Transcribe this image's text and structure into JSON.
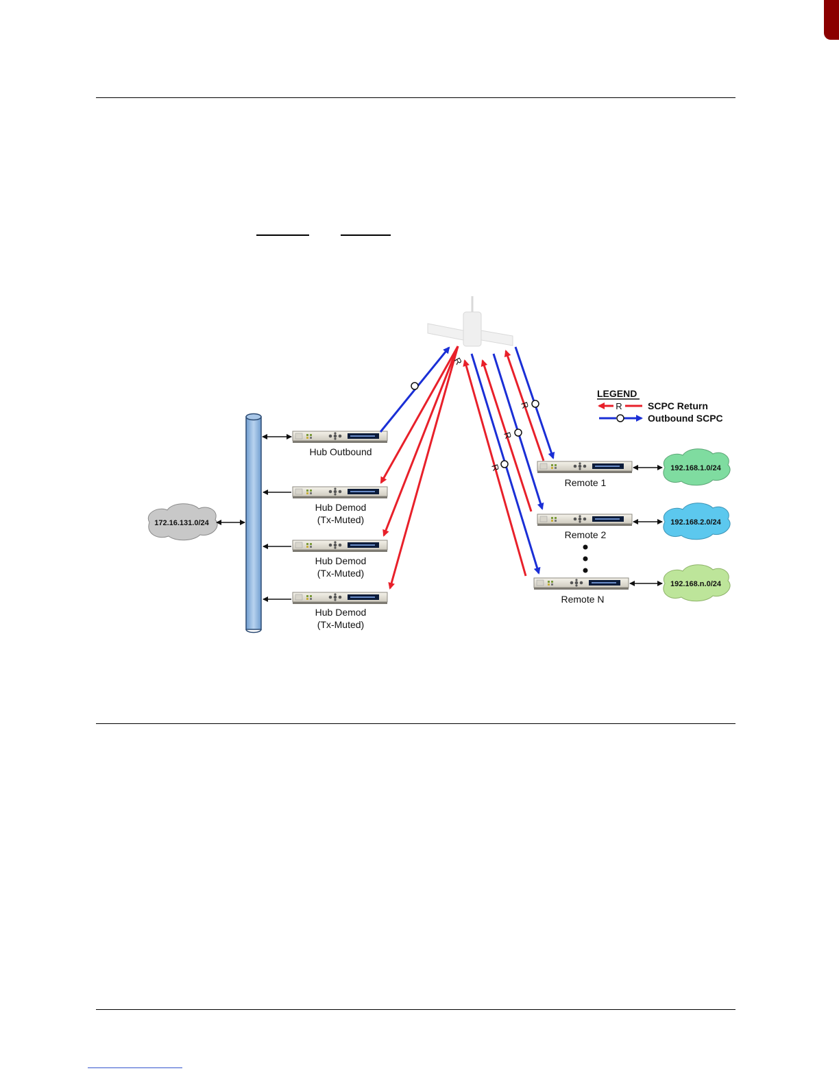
{
  "diagram": {
    "legend": {
      "title": "LEGEND",
      "return_marker": "R",
      "return_label": "SCPC Return",
      "outbound_marker": "O",
      "outbound_label": "Outbound SCPC"
    },
    "hub_network": "172.16.131.0/24",
    "hub_devices": [
      {
        "label1": "Hub Outbound",
        "label2": ""
      },
      {
        "label1": "Hub Demod",
        "label2": "(Tx-Muted)"
      },
      {
        "label1": "Hub Demod",
        "label2": "(Tx-Muted)"
      },
      {
        "label1": "Hub Demod",
        "label2": "(Tx-Muted)"
      }
    ],
    "remotes": [
      {
        "label": "Remote 1",
        "network": "192.168.1.0/24"
      },
      {
        "label": "Remote 2",
        "network": "192.168.2.0/24"
      },
      {
        "label": "Remote N",
        "network": "192.168.n.0/24"
      }
    ],
    "link_markers": {
      "return": "R",
      "outbound": "O"
    },
    "colors": {
      "return": "#e8202a",
      "outbound": "#1a2fd6",
      "bus": "#8fb4dc",
      "hub_cloud": "#c8c8c8",
      "remote1_cloud": "#7fdca0",
      "remote2_cloud": "#5cc8ee",
      "remoteN_cloud": "#bde59a"
    }
  }
}
